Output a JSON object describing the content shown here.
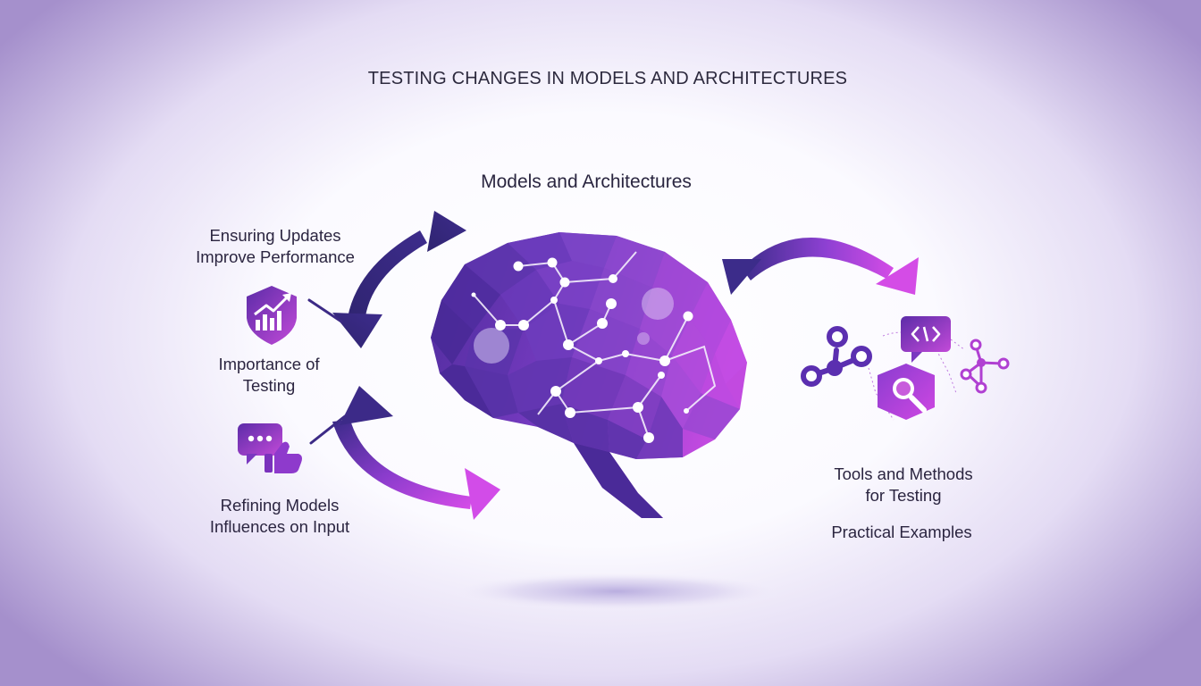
{
  "title": "TESTING CHANGES IN MODELS AND ARCHITECTURES",
  "center_label": "Models and Architectures",
  "left": {
    "ensuring": [
      "Ensuring Updates",
      "Improve Performance"
    ],
    "importance": [
      "Importance of",
      "Testing"
    ],
    "refining": [
      "Refining Models",
      "Influences on Input"
    ]
  },
  "right": {
    "tools": [
      "Tools and Methods",
      "for Testing"
    ],
    "practical": "Practical Examples"
  },
  "icons": {
    "shield": "shield-chart-icon",
    "chat": "chat-thumbs-up-icon",
    "network": "network-nodes-icon",
    "code": "code-icon",
    "search": "magnifier-icon",
    "graph": "graph-icon"
  },
  "colors": {
    "navy": "#3c2a86",
    "purple": "#7a38c8",
    "magenta": "#d04ce8",
    "text": "#2b2540"
  }
}
